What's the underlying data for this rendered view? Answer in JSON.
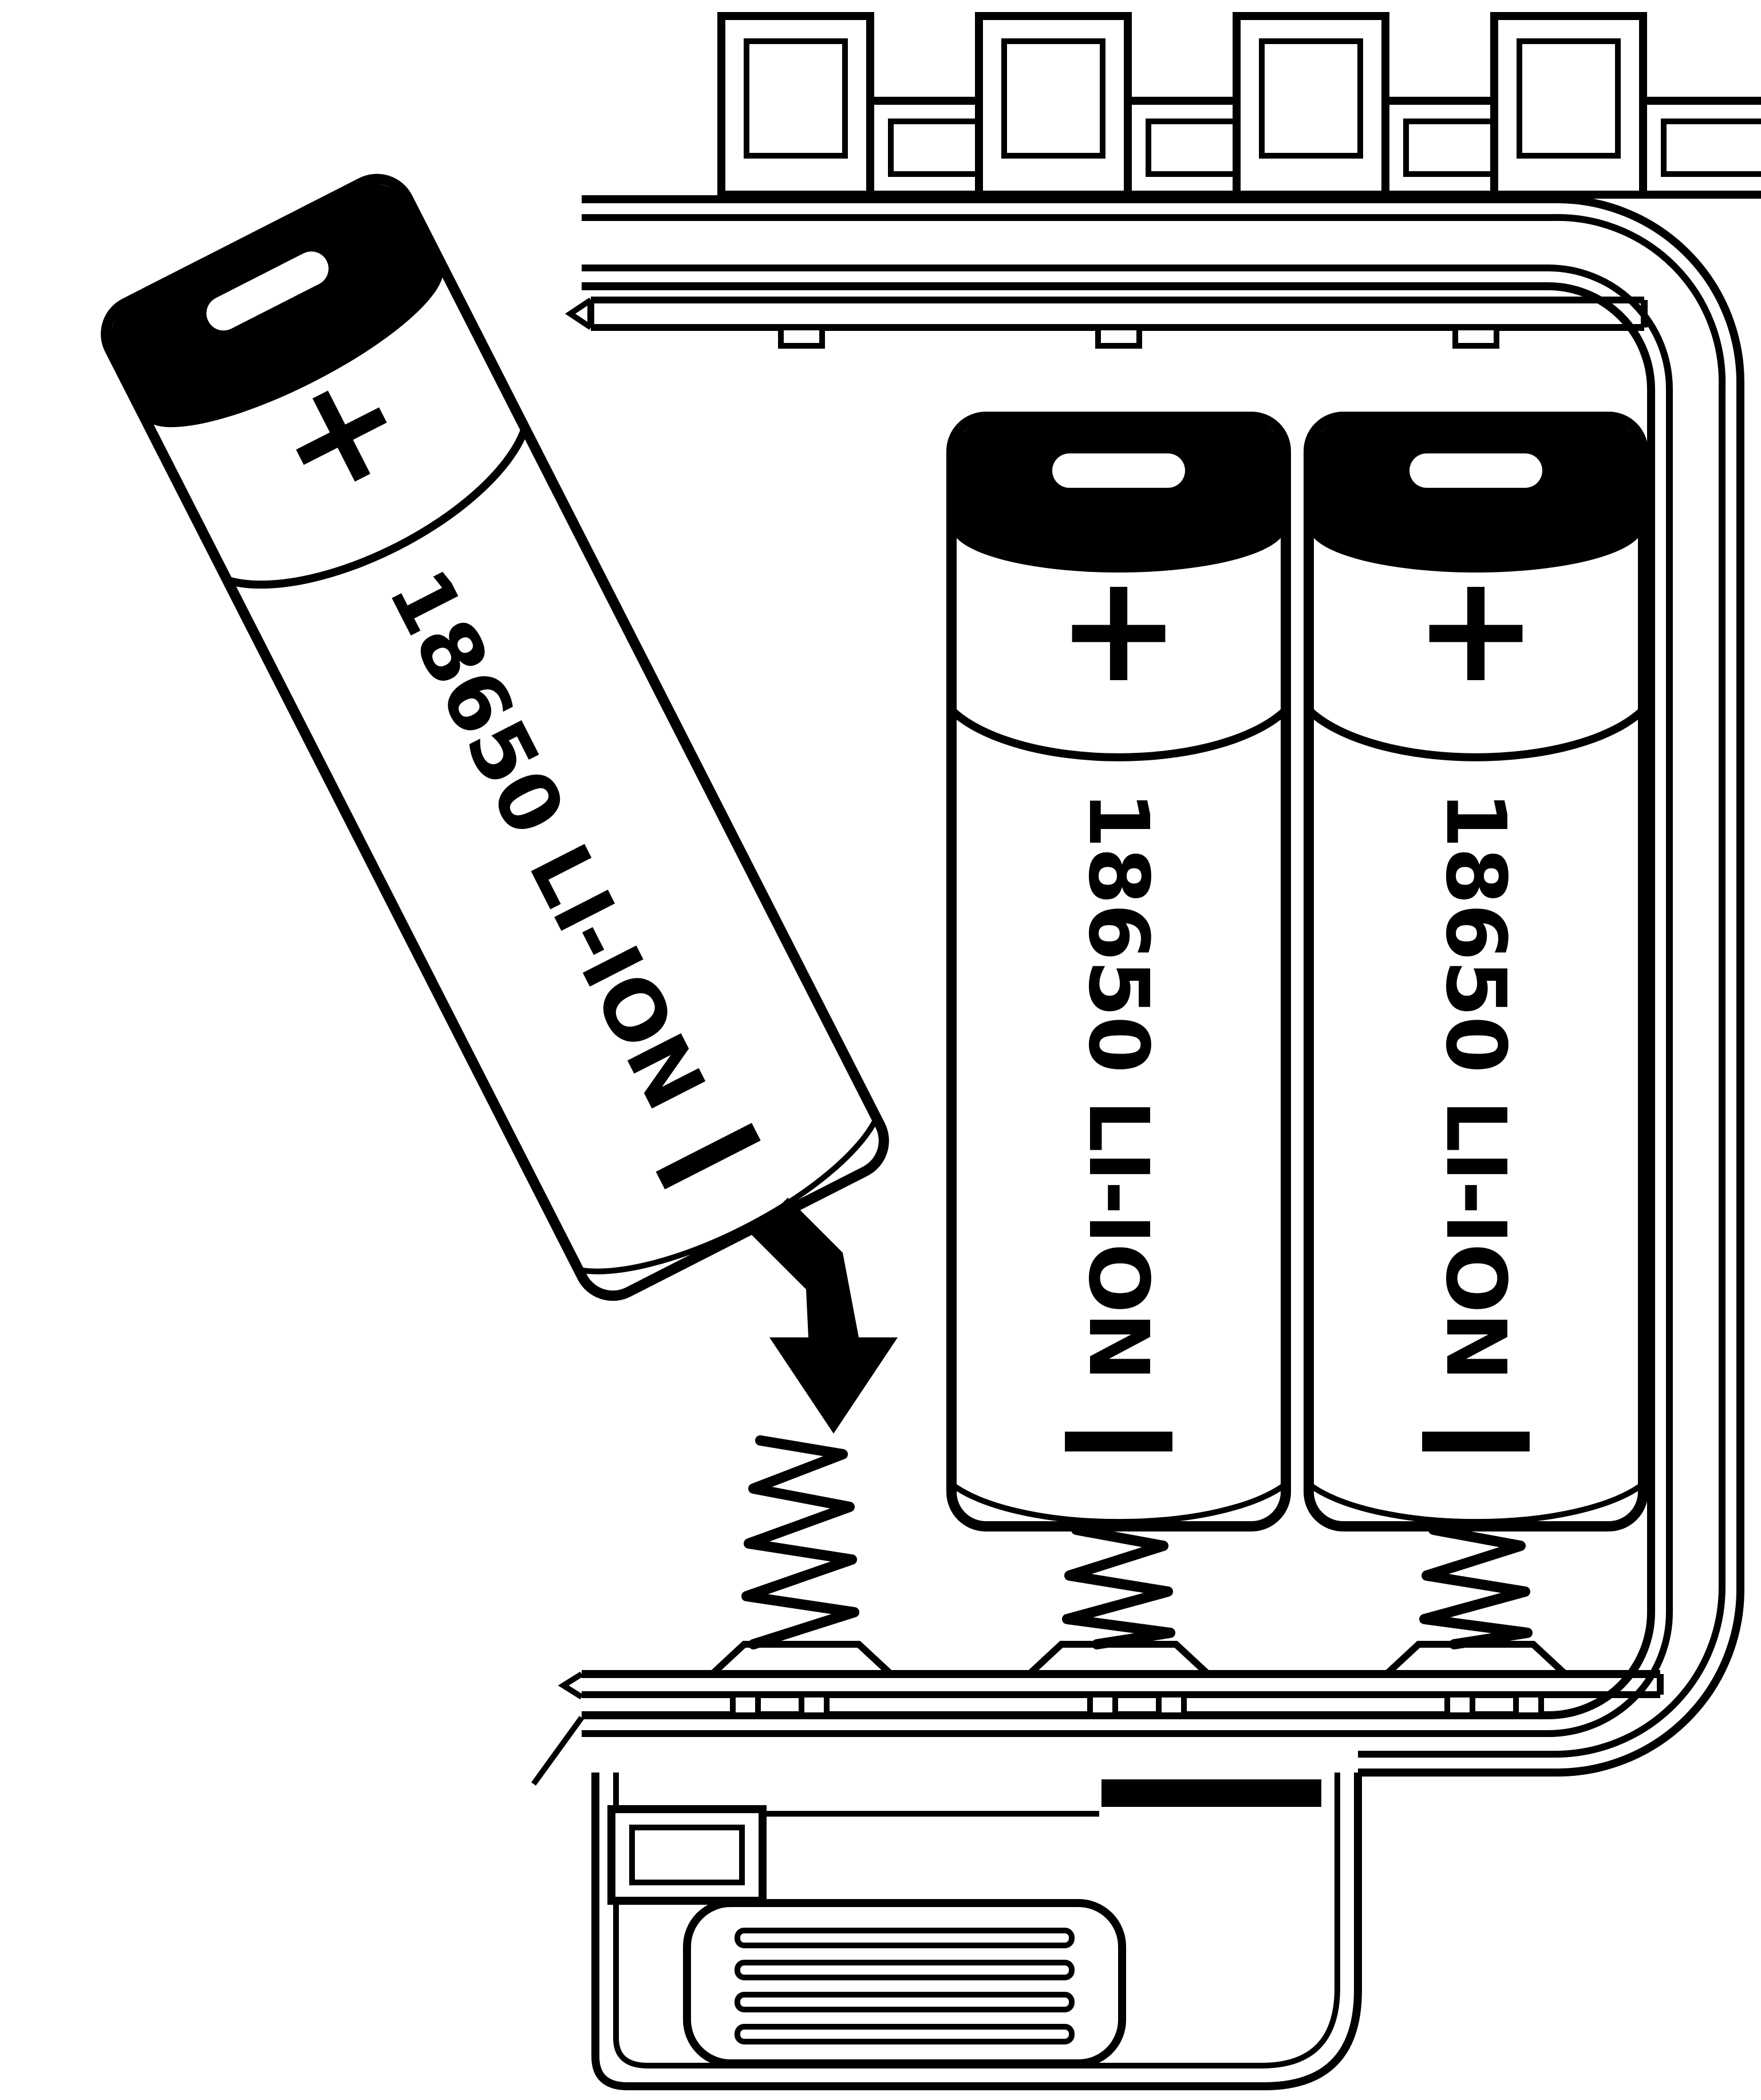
{
  "diagram": {
    "type": "battery-installation-illustration",
    "batteries": [
      {
        "id": "battery-being-inserted",
        "label": "18650 LI-ION",
        "positive": "+",
        "negative": "−"
      },
      {
        "id": "battery-installed-middle",
        "label": "18650 LI-ION",
        "positive": "+",
        "negative": "−"
      },
      {
        "id": "battery-installed-right",
        "label": "18650 LI-ION",
        "positive": "+",
        "negative": "−"
      }
    ],
    "icons": {
      "insertion_arrow": "bent-down-arrow",
      "spring_contacts": 3
    },
    "colors": {
      "line": "#000000",
      "background": "#ffffff"
    }
  }
}
